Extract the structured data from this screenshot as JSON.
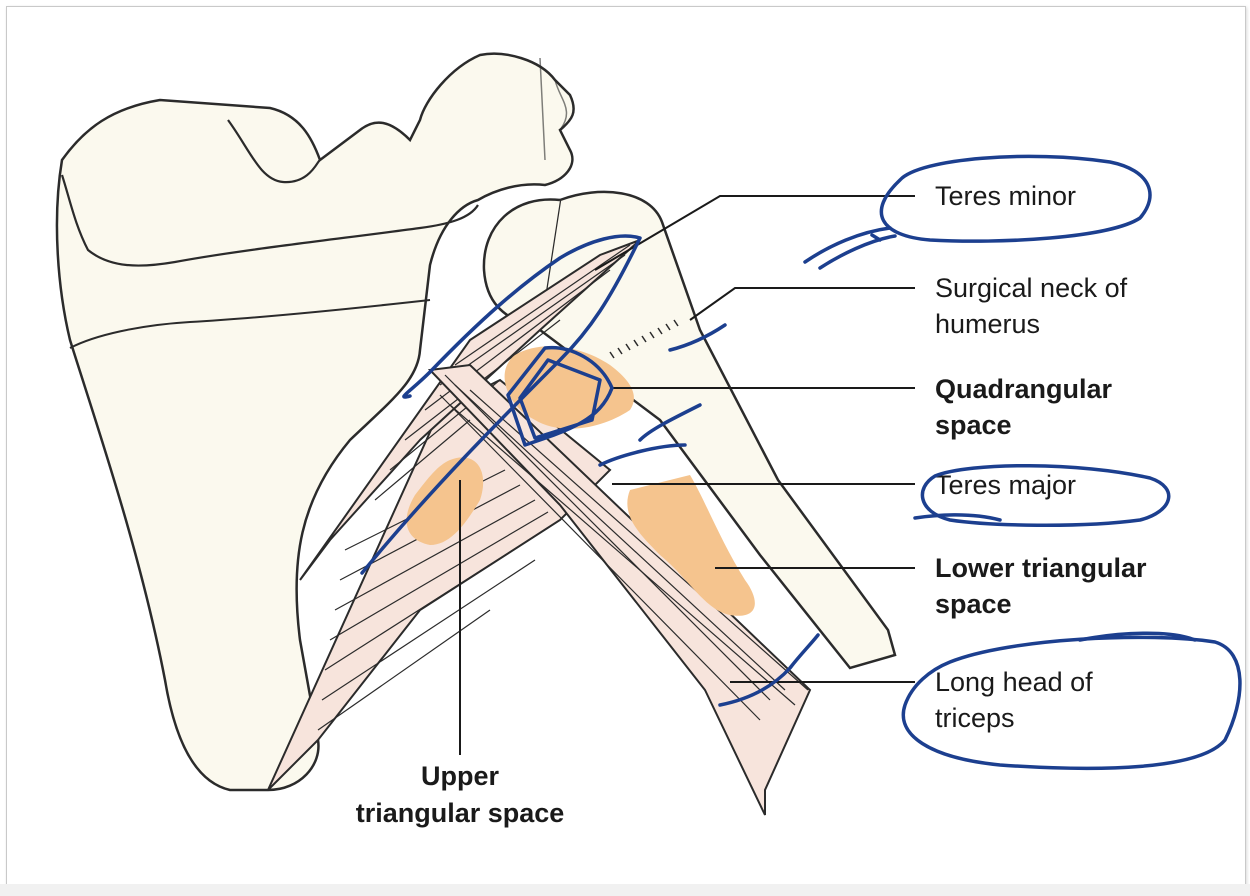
{
  "labels": {
    "teres_minor": "Teres minor",
    "surgical_neck_1": "Surgical neck of",
    "surgical_neck_2": "humerus",
    "quadrangular_1": "Quadrangular",
    "quadrangular_2": "space",
    "teres_major": "Teres major",
    "lower_triangular_1": "Lower triangular",
    "lower_triangular_2": "space",
    "long_head_1": "Long head of",
    "long_head_2": "triceps",
    "upper_triangular_1": "Upper",
    "upper_triangular_2": "triangular space"
  },
  "colors": {
    "bone_fill": "#fbf9ee",
    "outline": "#2b2b2b",
    "muscle_fill": "#f7e4dc",
    "space_highlight": "#f5c48e",
    "ink": "#1c3f8f"
  }
}
